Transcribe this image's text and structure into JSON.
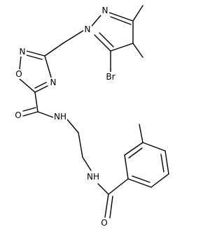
{
  "molecule": {
    "bond_color": "#000000",
    "background": "#ffffff",
    "atoms": {
      "n_pz1": "N",
      "n_pz2": "N",
      "br": "Br",
      "n_ox4": "N",
      "o_ox1": "O",
      "n_ox2": "N",
      "o_am1": "O",
      "nh_am1": "NH",
      "nh_am2": "NH",
      "o_am2": "O"
    }
  }
}
